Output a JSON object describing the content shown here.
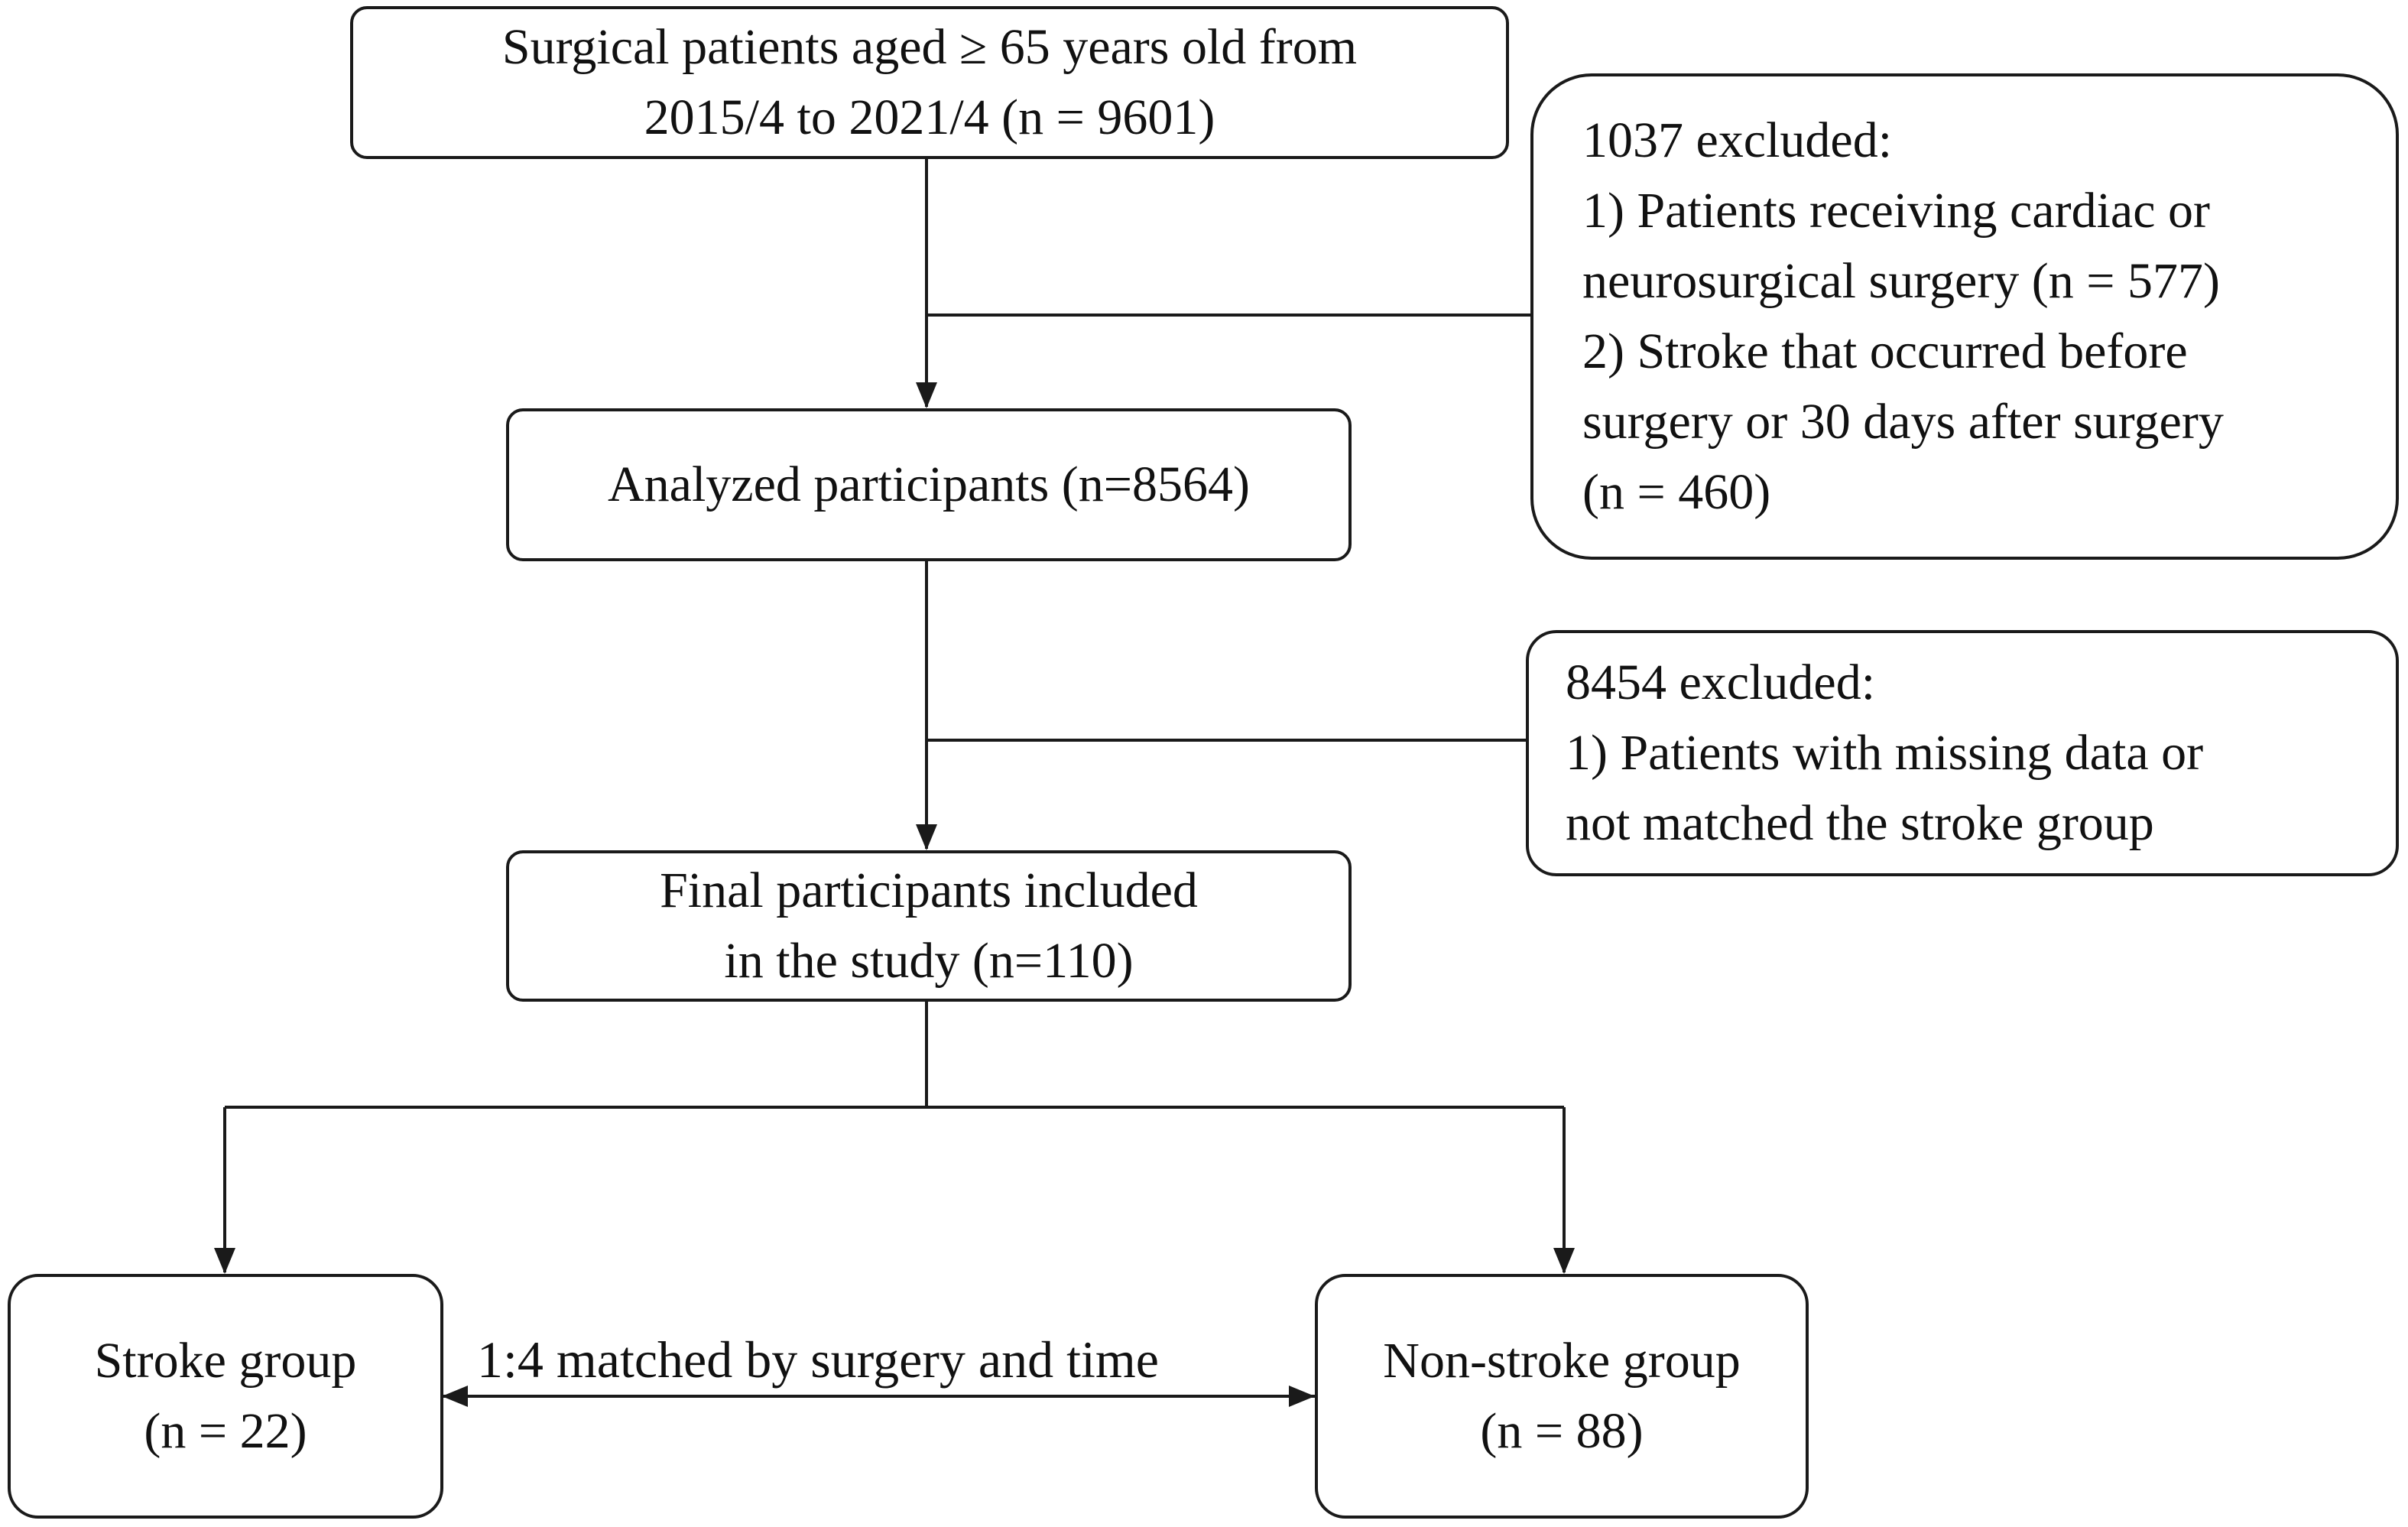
{
  "flow": {
    "source": {
      "lines": [
        "Surgical patients aged ≥ 65 years old from",
        "2015/4 to 2021/4  (n = 9601)"
      ]
    },
    "exclusion_1": {
      "lines": [
        "1037 excluded:",
        "1) Patients receiving cardiac or",
        "neurosurgical surgery (n = 577)",
        "2) Stroke that occurred before",
        "surgery  or 30 days after surgery",
        "(n = 460)"
      ]
    },
    "analyzed": {
      "lines": [
        "Analyzed participants (n=8564)"
      ]
    },
    "exclusion_2": {
      "lines": [
        "8454 excluded:",
        "1) Patients with missing data or",
        "not matched the stroke group"
      ]
    },
    "final": {
      "lines": [
        "Final participants included",
        "in the study (n=110)"
      ]
    },
    "stroke_group": {
      "lines": [
        "Stroke group",
        "(n = 22)"
      ]
    },
    "non_stroke_group": {
      "lines": [
        "Non-stroke group",
        "(n = 88)"
      ]
    },
    "matching_label": "1:4 matched by surgery and time"
  },
  "colors": {
    "stroke": "#1a1a1a",
    "background": "#ffffff"
  }
}
